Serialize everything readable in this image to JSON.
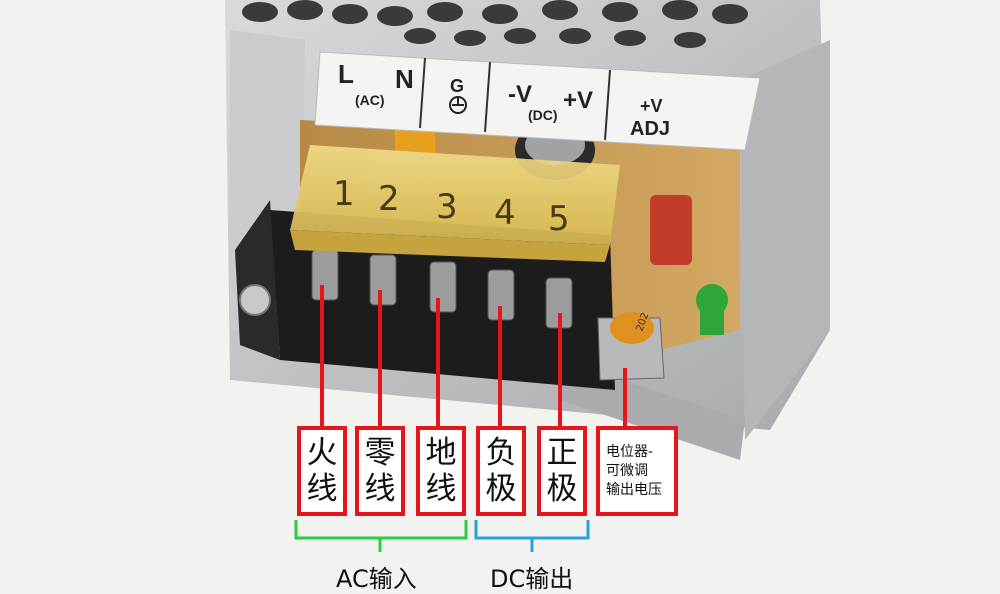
{
  "terminal_label_plate": {
    "line": "L",
    "neutral": "N",
    "ac": "(AC)",
    "ground": "G",
    "neg_v": "-V",
    "pos_v": "+V",
    "dc": "(DC)",
    "adj_v": "+V",
    "adj": "ADJ"
  },
  "terminal_numbers": [
    "1",
    "2",
    "3",
    "4",
    "5"
  ],
  "pot_marking": "202",
  "callouts": {
    "live": "火线",
    "neutral": "零线",
    "ground": "地线",
    "negative": "负极",
    "positive": "正极",
    "pot_line1": "电位器-",
    "pot_line2": "可微调",
    "pot_line3": "输出电压"
  },
  "groups": {
    "ac": "AC输入",
    "dc": "DC输出"
  },
  "colors": {
    "callout_red": "#e8141b",
    "ac_bracket": "#2ecc40",
    "dc_bracket": "#2aa0e0",
    "terminal_block": "#1c1c1c",
    "cover_yellow": "#e6c95a",
    "pcb": "#c49a52"
  }
}
